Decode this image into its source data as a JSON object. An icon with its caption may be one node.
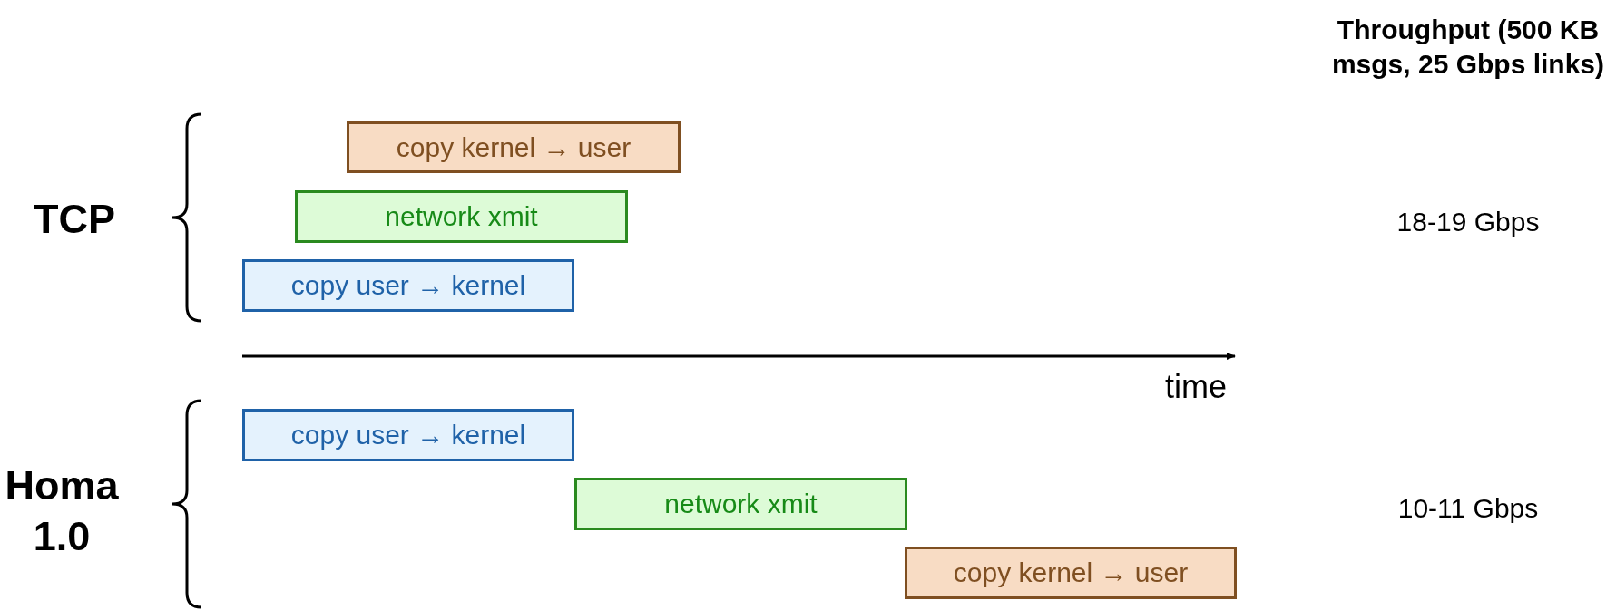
{
  "diagram": {
    "nodes": [
      {
        "text": [
          "copy kernel → user"
        ]
      },
      {
        "text": [
          "network xmit"
        ]
      },
      {
        "text": [
          "copy user → kernel"
        ]
      },
      {
        "text": [
          "copy user → kernel"
        ]
      },
      {
        "text": [
          "network xmit"
        ]
      },
      {
        "text": [
          "copy kernel → user"
        ]
      }
    ],
    "edges": [],
    "labels": [
      "Throughput (500 KB msgs, 25 Gbps links)",
      "TCP",
      "18-19 Gbps",
      "time",
      "Homa 1.0",
      "10-11 Gbps"
    ]
  }
}
